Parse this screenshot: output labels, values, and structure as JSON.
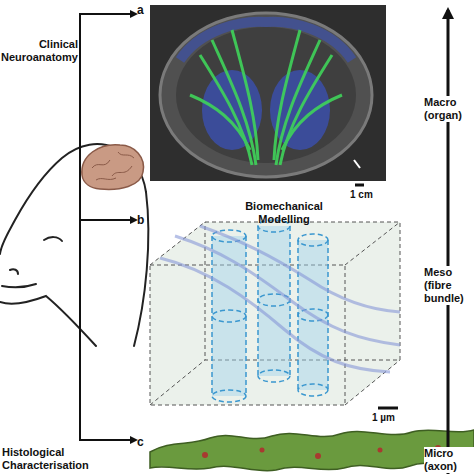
{
  "diagram": {
    "nodes": [
      {
        "text": [
          "a",
          "1 cm"
        ]
      },
      {
        "text": [
          "Biomechanical Modelling",
          "b",
          "1 µm"
        ]
      },
      {
        "text": [
          "c"
        ]
      }
    ],
    "labels": [
      "Clinical Neuroanatomy",
      "Macro (organ)",
      "Meso (fibre bundle)",
      "Histological Characterisation",
      "Micro (axon)"
    ]
  }
}
